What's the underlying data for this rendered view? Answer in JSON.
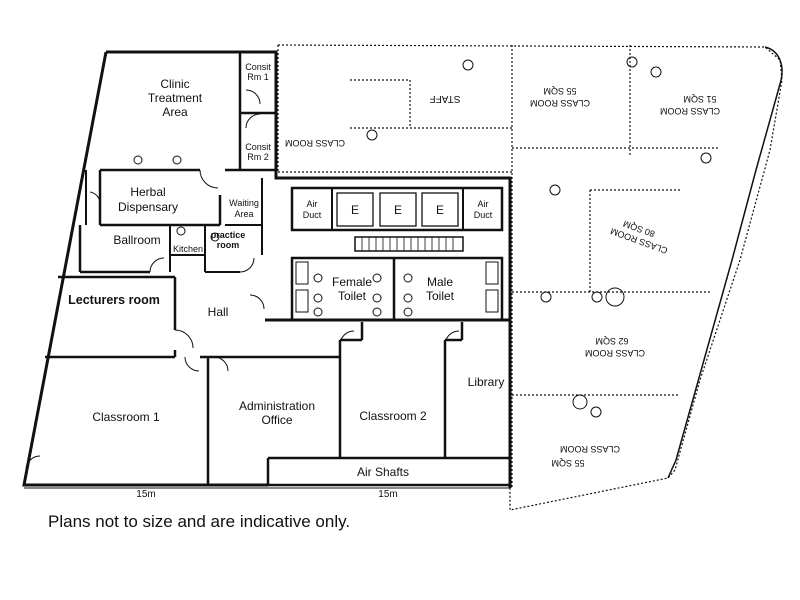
{
  "rooms": {
    "clinic_treatment_line1": "Clinic",
    "clinic_treatment_line2": "Treatment",
    "clinic_treatment_line3": "Area",
    "consult1_line1": "Consit",
    "consult1_line2": "Rm 1",
    "consult2_line1": "Consit",
    "consult2_line2": "Rm 2",
    "herbal_line1": "Herbal",
    "herbal_line2": "Dispensary",
    "waiting_line1": "Waiting",
    "waiting_line2": "Area",
    "air_duct_left_line1": "Air",
    "air_duct_left_line2": "Duct",
    "air_duct_right_line1": "Air",
    "air_duct_right_line2": "Duct",
    "lift_1": "E",
    "lift_2": "E",
    "lift_3": "E",
    "ballroom": "Ballroom",
    "kitchen": "Kitchen",
    "practice_line1": "practice",
    "practice_line2": "room",
    "female_toilet_line1": "Female",
    "female_toilet_line2": "Toilet",
    "male_toilet_line1": "Male",
    "male_toilet_line2": "Toilet",
    "lecturers": "Lecturers room",
    "hall": "Hall",
    "library": "Library",
    "classroom1": "Classroom 1",
    "admin_line1": "Administration",
    "admin_line2": "Office",
    "classroom2": "Classroom 2",
    "air_shafts": "Air Shafts"
  },
  "annex_rooms": {
    "class_room_a": "CLASS ROOM",
    "staff": "STAFF",
    "class_room_b": "CLASS ROOM",
    "area_b": "55 SQM",
    "class_room_c": "CLASS ROOM",
    "area_c": "51 SQM",
    "class_room_d": "CLASS ROOM",
    "area_d": "80 SQM",
    "class_room_e": "CLASS ROOM",
    "area_e": "62 SQM",
    "class_room_f": "CLASS ROOM",
    "area_f": "55 SQM"
  },
  "dimensions": {
    "left": "15m",
    "right": "15m"
  },
  "note": "Plans not to size and are indicative only."
}
